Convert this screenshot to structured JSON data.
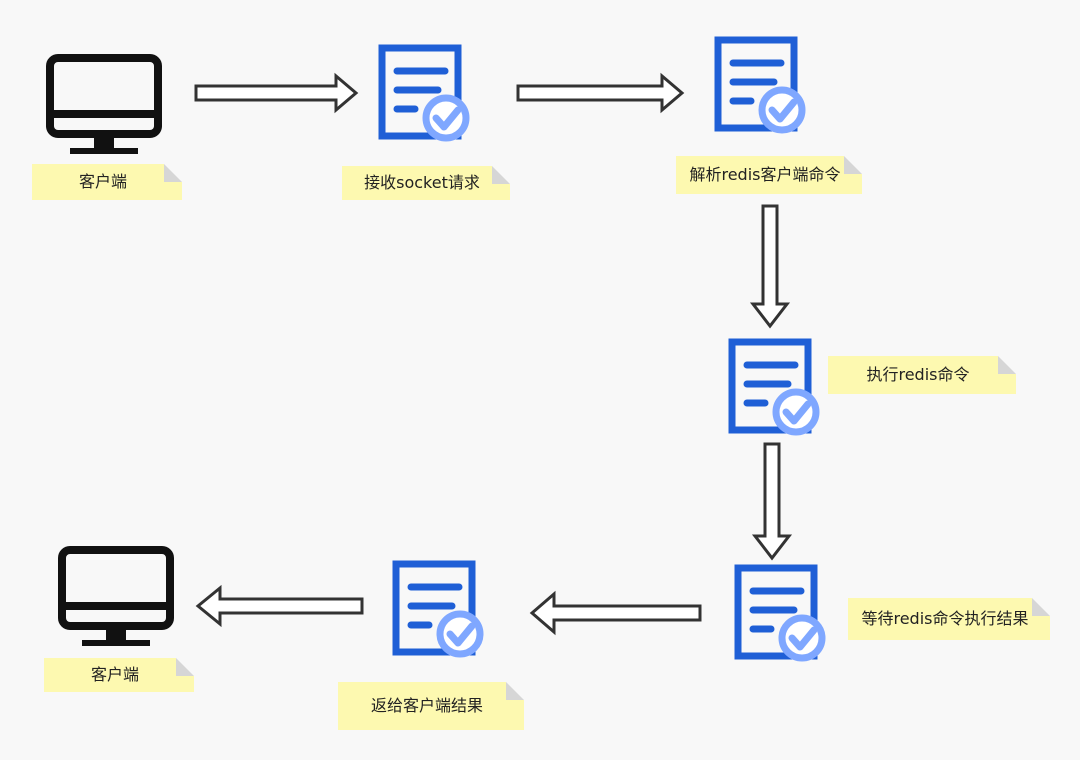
{
  "diagram": {
    "labels": {
      "client_top": "客户端",
      "receive_socket": "接收socket请求",
      "parse_command": "解析redis客户端命令",
      "execute_command": "执行redis命令",
      "wait_result": "等待redis命令执行结果",
      "return_result": "返给客户端结果",
      "client_bottom": "客户端"
    },
    "icons": {
      "client": "monitor-icon",
      "document": "checked-document-icon"
    },
    "colors": {
      "background": "#f8f8f8",
      "document_blue": "#1f5fd6",
      "check_blue": "#7fa7ff",
      "monitor_dark": "#111111",
      "note_yellow": "#fdf9b0",
      "arrow_stroke": "#333333"
    }
  }
}
